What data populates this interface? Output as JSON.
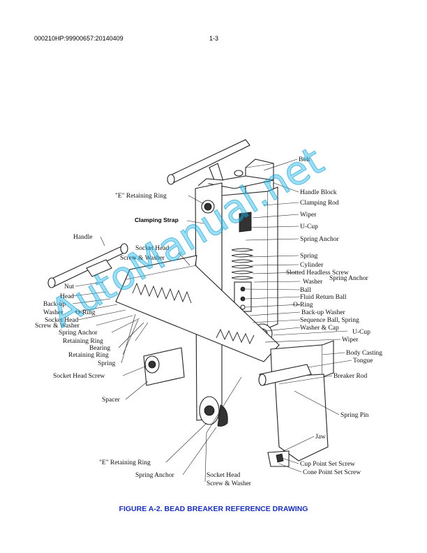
{
  "header": {
    "doc_id": "000210HP:99900657:20140409",
    "page": "1-3"
  },
  "caption": "FIGURE A-2.  BEAD BREAKER REFERENCE DRAWING",
  "watermark": "AutoManual.net",
  "labels": {
    "bolt": "Bolt",
    "e_ring_top": "\"E\" Retaining Ring",
    "handle_block": "Handle Block",
    "clamping_rod": "Clamping Rod",
    "wiper_top": "Wiper",
    "clamping_strap": "Clamping Strap",
    "u_cup_top": "U-Cup",
    "handle": "Handle",
    "spring_anchor_top": "Spring Anchor",
    "socket_head_1": "Socket Head",
    "screw_washer_1": "Screw & Washer",
    "spring_r": "Spring",
    "cylinder": "Cylinder",
    "slotted_screw": "Slotted Headless Screw",
    "spring_anchor_r": "Spring Anchor",
    "washer_r": "Washer",
    "ball": "Ball",
    "fluid_return_ball": "Fluid Return Ball",
    "o_ring_r": "O-Ring",
    "backup_washer_r": "Back-up Washer",
    "sequence_ball_spring": "Sequence Ball, Spring",
    "washer_cap": "Washer & Cap",
    "u_cup_r": "U-Cup",
    "wiper_r": "Wiper",
    "body_casting": "Body Casting",
    "tongue": "Tongue",
    "breaker_rod": "Breaker Rod",
    "spring_pin": "Spring Pin",
    "jaw": "Jaw",
    "cup_point": "Cup Point Set Screw",
    "cone_point": "Cone Point Set Screw",
    "nut": "Nut",
    "head": "Head",
    "backup": "Back-up",
    "washer_l": "Washer",
    "o_ring_l": "O-Ring",
    "socket_head_2": "Socket Head",
    "screw_washer_2": "Screw & Washer",
    "spring_anchor_l": "Spring  Anchor",
    "retaining_ring_1": "Retaining Ring",
    "bearing": "Bearing",
    "retaining_ring_2": "Retaining Ring",
    "spring_l": "Spring",
    "socket_head_screw": "Socket Head Screw",
    "spacer": "Spacer",
    "e_ring_bottom": "\"E\" Retaining Ring",
    "spring_anchor_b": "Spring Anchor",
    "socket_head_3": "Socket Head",
    "screw_washer_3": "Screw & Washer"
  }
}
